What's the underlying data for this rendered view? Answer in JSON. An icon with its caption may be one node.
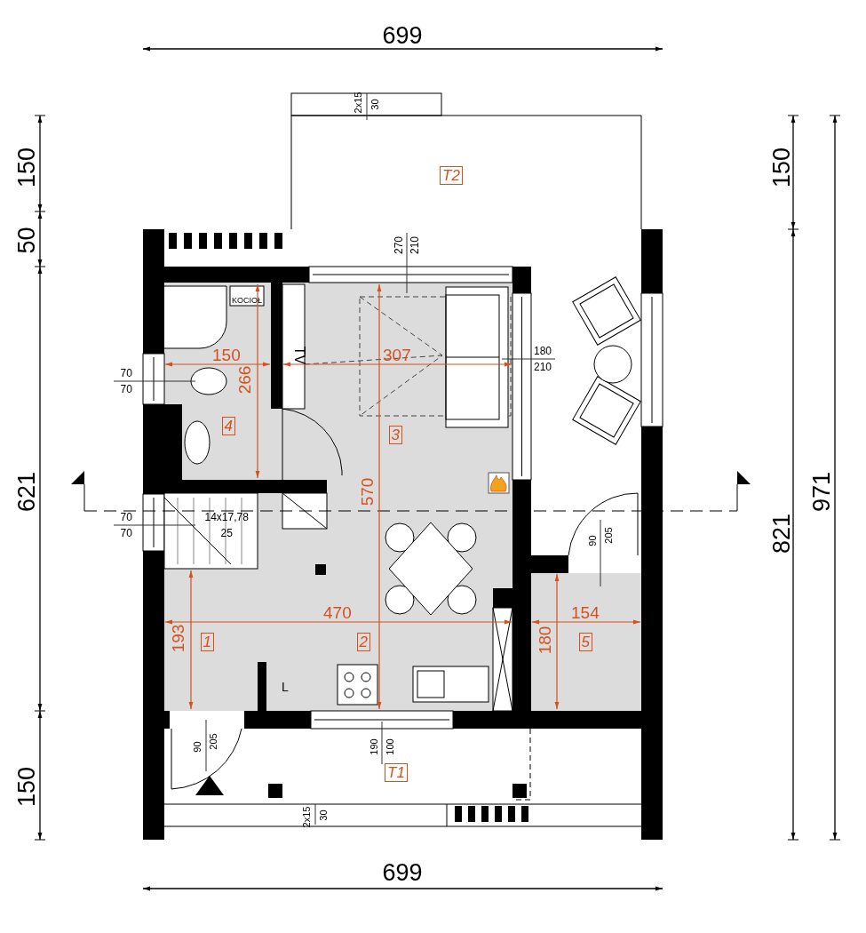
{
  "diagram": {
    "nodes": [
      {
        "text": [
          "T2"
        ]
      },
      {
        "text": [
          "4"
        ]
      },
      {
        "text": [
          "3"
        ]
      },
      {
        "text": [
          "1"
        ]
      },
      {
        "text": [
          "2"
        ]
      },
      {
        "text": [
          "5"
        ]
      },
      {
        "text": [
          "T1"
        ]
      }
    ],
    "labels": [
      "699",
      "2x15",
      "30",
      "150",
      "150",
      "270",
      "210",
      "50",
      "KOCIOŁ",
      "150",
      "307",
      "TV",
      "266",
      "70",
      "70",
      "180",
      "210",
      "570",
      "621",
      "971",
      "70",
      "70",
      "14x17,78",
      "25",
      "90",
      "205",
      "821",
      "470",
      "154",
      "193",
      "180",
      "L",
      "90",
      "205",
      "190",
      "100",
      "150",
      "2x15",
      "30",
      "699"
    ]
  }
}
